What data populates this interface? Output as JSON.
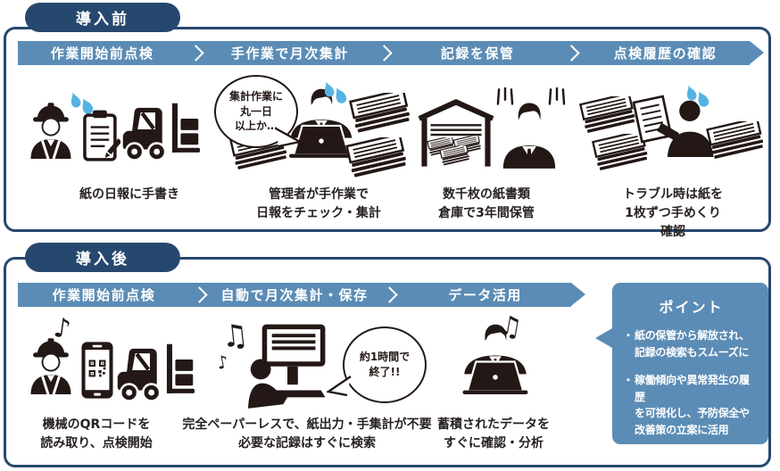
{
  "colors": {
    "navy": "#27486e",
    "steel_blue": "#5b8cb5",
    "ink": "#231815",
    "sweat_blue": "#54b3e3"
  },
  "before": {
    "label": "導入前",
    "steps": [
      "作業開始前点検",
      "手作業で月次集計",
      "記録を保管",
      "点検履歴の確認"
    ],
    "bubble": "集計作業に\n丸一日\n以上か…",
    "captions": [
      "紙の日報に手書き",
      "管理者が手作業で\n日報をチェック・集計",
      "数千枚の紙書類\n倉庫で3年間保管",
      "トラブル時は紙を\n1枚ずつ手めくり確認"
    ]
  },
  "after": {
    "label": "導入後",
    "steps": [
      "作業開始前点検",
      "自動で月次集計・保存",
      "データ活用"
    ],
    "bubble": "約1時間で\n終了!!",
    "captions": [
      "機械のQRコードを\n読み取り、点検開始",
      "完全ペーパーレスで、紙出力・手集計が不要\n必要な記録はすぐに検索",
      "蓄積されたデータを\nすぐに確認・分析"
    ],
    "point": {
      "title": "ポイント",
      "marker": "・",
      "bullets": [
        "紙の保管から解放され、\n記録の検索もスムーズに",
        "稼働傾向や異常発生の履歴\nを可視化し、予防保全や\n改善策の立案に活用"
      ]
    }
  },
  "glyphs": {
    "note_single": "♪",
    "note_double": "♫"
  }
}
